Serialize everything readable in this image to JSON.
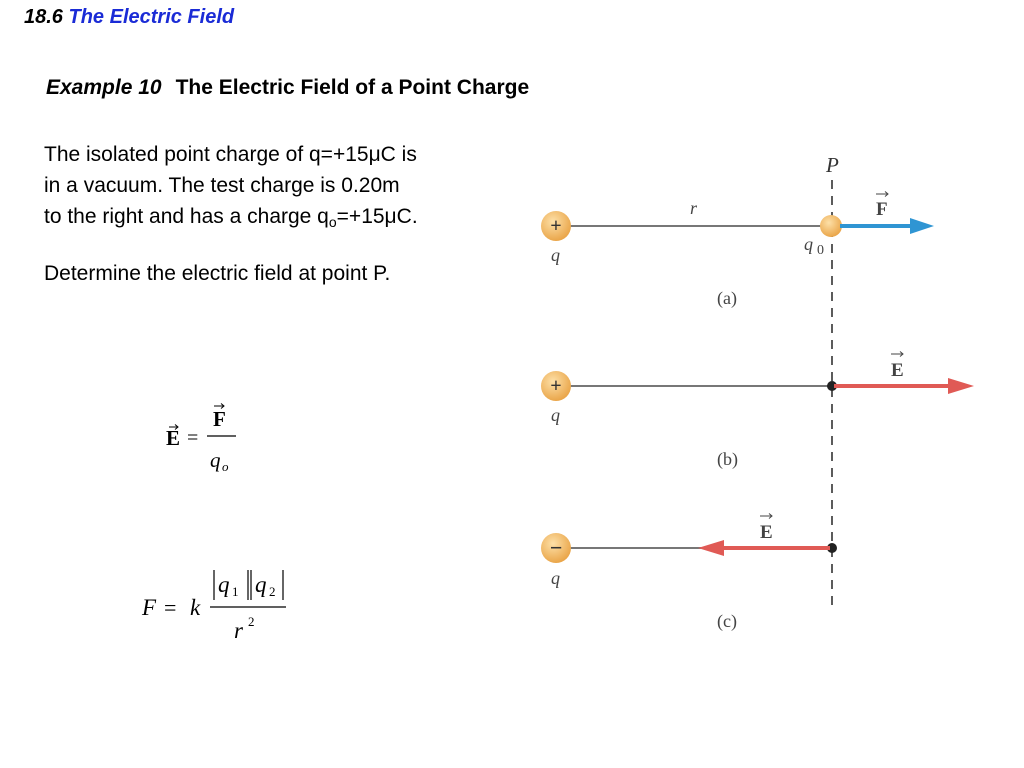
{
  "header": {
    "section": "18.6",
    "title": "The Electric Field"
  },
  "example": {
    "label": "Example 10",
    "title": "The Electric Field of a Point Charge"
  },
  "problem": {
    "line1": "The isolated point charge of q=+15μC is",
    "line2": "in a vacuum.  The test charge is 0.20m",
    "line3_pre": "to the right and has a charge q",
    "line3_sub": "o",
    "line3_post": "=+15μC."
  },
  "task": "Determine the electric field at point P.",
  "equations": {
    "field": {
      "lhs": "E",
      "numerator": "F",
      "denominator": "q",
      "denominator_sub": "o"
    },
    "coulomb": {
      "lhs": "F",
      "k": "k",
      "q1": "q",
      "q1_sub": "1",
      "q2": "q",
      "q2_sub": "2",
      "r": "r",
      "exp": "2"
    }
  },
  "figure": {
    "point_label": "P",
    "distance_label": "r",
    "test_charge_label": "q",
    "test_charge_sub": "0",
    "panels": [
      {
        "caption": "(a)",
        "charge_sign": "+",
        "charge_label": "q",
        "vector": "F",
        "direction": "right",
        "color": "#2f95d3"
      },
      {
        "caption": "(b)",
        "charge_sign": "+",
        "charge_label": "q",
        "vector": "E",
        "direction": "right",
        "color": "#e05a55"
      },
      {
        "caption": "(c)",
        "charge_sign": "−",
        "charge_label": "q",
        "vector": "E",
        "direction": "left",
        "color": "#e05a55"
      }
    ],
    "colors": {
      "charge": "#f0b35c",
      "field_arrow": "#e05a55",
      "force_arrow": "#2f95d3"
    }
  }
}
